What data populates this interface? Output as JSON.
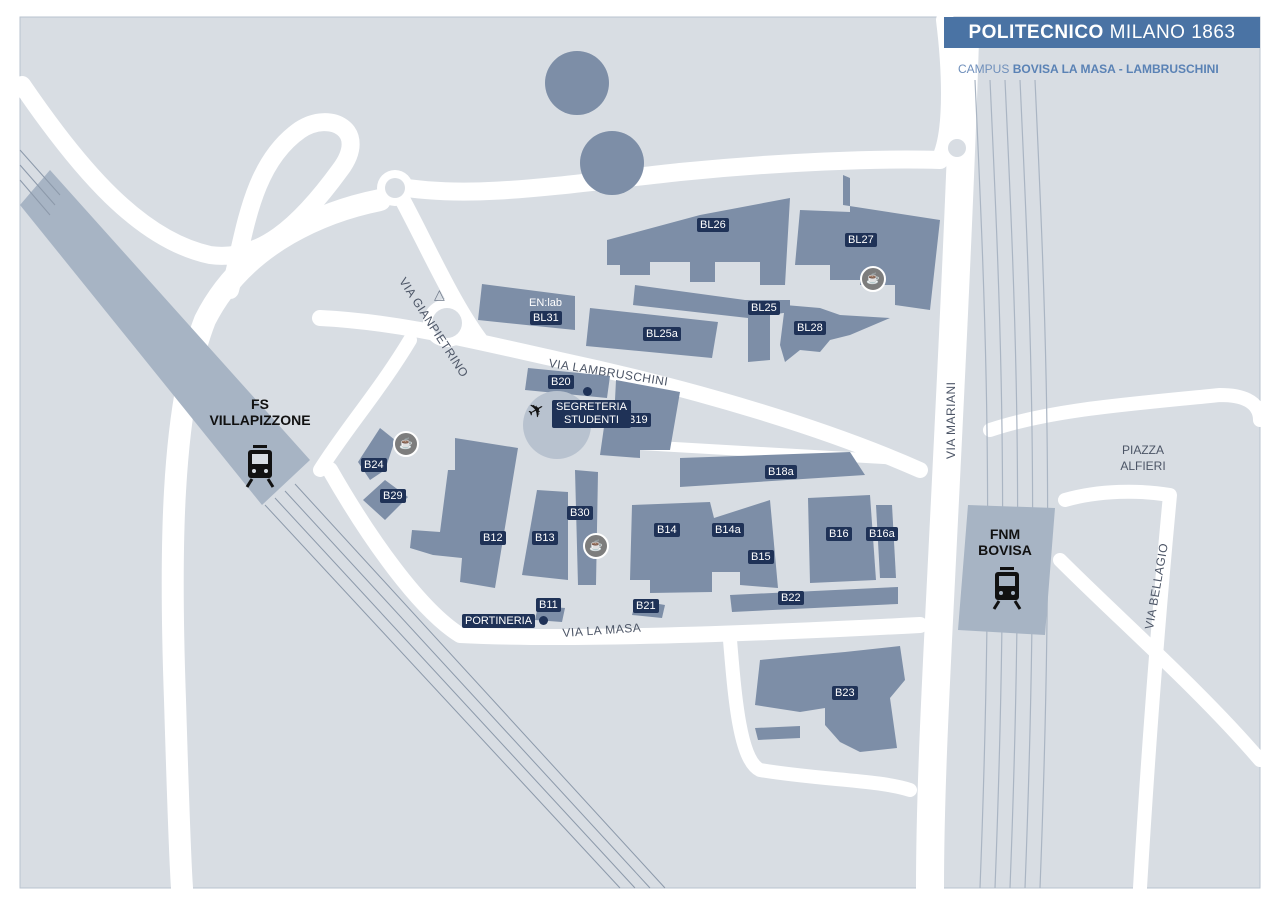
{
  "header": {
    "brand_bold": "POLITECNICO",
    "brand_rest": "MILANO 1863"
  },
  "subheader": {
    "prefix": "CAMPUS",
    "name": "BOVISA LA MASA - LAMBRUSCHINI"
  },
  "colors": {
    "ground": "#d8dde3",
    "road": "#ffffff",
    "building": "#7d8ea7",
    "rail": "#a7b4c4",
    "label_bg": "#1f3257",
    "header_bg": "#4a73a4"
  },
  "buildings": {
    "bl26": "BL26",
    "bl27": "BL27",
    "bl25": "BL25",
    "bl28": "BL28",
    "bl25a": "BL25a",
    "bl31": "BL31",
    "enlab": "EN:lab",
    "b20": "B20",
    "b19": "B19",
    "b24": "B24",
    "b29": "B29",
    "b12": "B12",
    "b13": "B13",
    "b30": "B30",
    "b14": "B14",
    "b14a": "B14a",
    "b15": "B15",
    "b16": "B16",
    "b16a": "B16a",
    "b18a": "B18a",
    "b11": "B11",
    "b21": "B21",
    "b22": "B22",
    "b23": "B23"
  },
  "points": {
    "segreteria_line1": "SEGRETERIA",
    "segreteria_line2": "STUDENTI",
    "portineria": "PORTINERIA"
  },
  "streets": {
    "via_gianpietrino": "VIA GIANPIETRINO",
    "via_lambruschini": "VIA LAMBRUSCHINI",
    "via_la_masa": "VIA LA MASA",
    "via_mariani": "VIA MARIANI",
    "via_bellagio": "VIA BELLAGIO"
  },
  "stations": {
    "fs_line1": "FS",
    "fs_line2": "VILLAPIZZONE",
    "fnm_line1": "FNM",
    "fnm_line2": "BOVISA"
  },
  "places": {
    "piazza_line1": "PIAZZA",
    "piazza_line2": "ALFIERI"
  },
  "icons": {
    "cafe": "coffee-cup-icon",
    "plane": "airplane-icon",
    "train": "train-icon"
  }
}
